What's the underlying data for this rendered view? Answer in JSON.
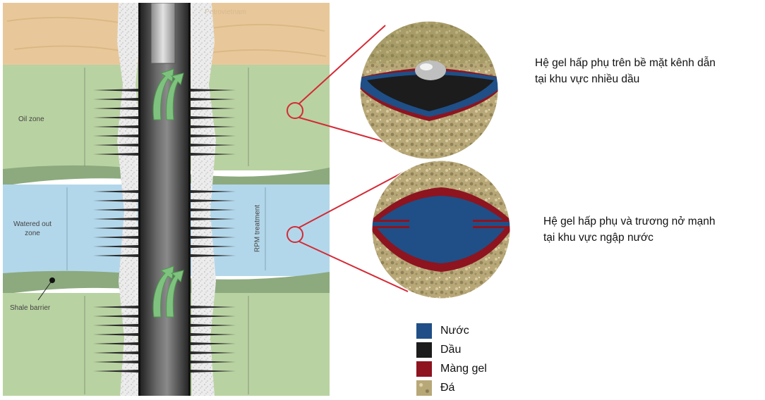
{
  "zones": {
    "oil": "Oil zone",
    "watered": "Watered out zone",
    "shale": "Shale barrier",
    "treatment": "RPM treatment"
  },
  "captions": {
    "oil_line1": "Hệ gel hấp phụ trên bề mặt kênh dẫn",
    "oil_line2": "tại khu vực nhiều dầu",
    "water_line1": "Hệ gel hấp phụ và trương nở mạnh",
    "water_line2": "tại khu vực ngập nước"
  },
  "legend": [
    {
      "label": "Nước",
      "color": "#1f4f86"
    },
    {
      "label": "Dầu",
      "color": "#1c1c1c"
    },
    {
      "label": "Màng gel",
      "color": "#8e1420"
    },
    {
      "label": "Đá",
      "color": "#b8a878"
    }
  ],
  "colors": {
    "sand": "#e8c89a",
    "oil_zone": "#b9d2a2",
    "water_zone": "#b3d7ea",
    "shale": "#8caa7e",
    "callout_line": "#d42a35"
  }
}
